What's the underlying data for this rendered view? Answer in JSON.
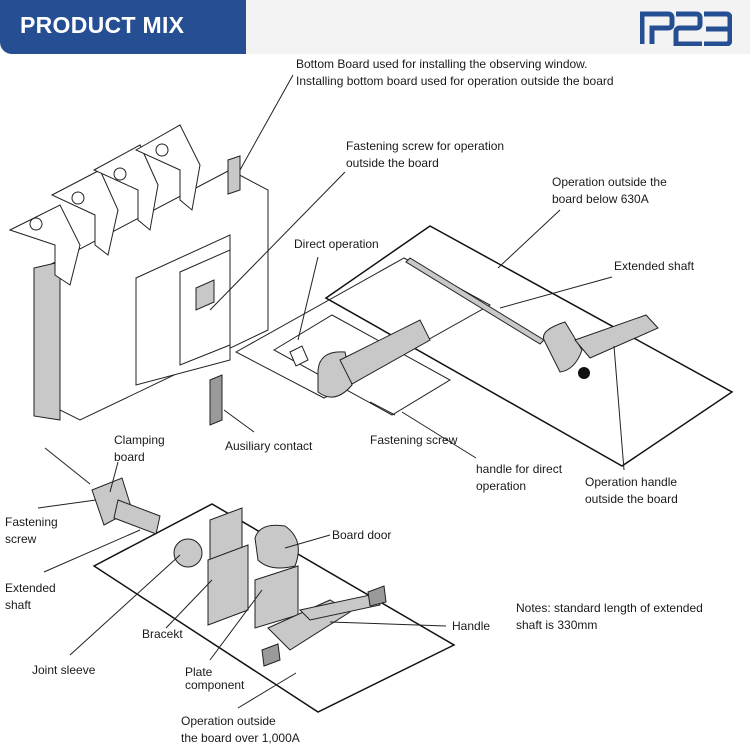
{
  "header": {
    "title": "PRODUCT MIX",
    "logo": "R3-logo",
    "brand_color": "#264f93"
  },
  "labels": {
    "bottom_board_line1": "Bottom Board used for installing the observing window.",
    "bottom_board_line2": "Installing bottom board used for operation outside the board",
    "fastening_screw_outside_line1": "Fastening screw for operation",
    "fastening_screw_outside_line2": "outside the board",
    "operation_below_630_line1": "Operation outside the",
    "operation_below_630_line2": "board below 630A",
    "direct_operation": "Direct operation",
    "extended_shaft_right": "Extended shaft",
    "ausiliary_contact": "Ausiliary contact",
    "fastening_screw_mid": "Fastening screw",
    "clamping_board_line1": "Clamping",
    "clamping_board_line2": "board",
    "handle_direct_line1": "handle for direct",
    "handle_direct_line2": "operation",
    "operation_handle_outside_line1": "Operation handle",
    "operation_handle_outside_line2": "outside the board",
    "fastening_screw_left_line1": "Fastening",
    "fastening_screw_left_line2": "screw",
    "extended_shaft_left_line1": "Extended",
    "extended_shaft_left_line2": "shaft",
    "board_door": "Board door",
    "bracket": "Bracekt",
    "handle": "Handle",
    "notes_line1": "Notes: standard length of extended",
    "notes_line2": "shaft is 330mm",
    "joint_sleeve": "Joint sleeve",
    "plate_component_line1": "Plate",
    "plate_component_line2": "component",
    "operation_over_1000_line1": "Operation outside",
    "operation_over_1000_line2": "the board over 1,000A"
  }
}
